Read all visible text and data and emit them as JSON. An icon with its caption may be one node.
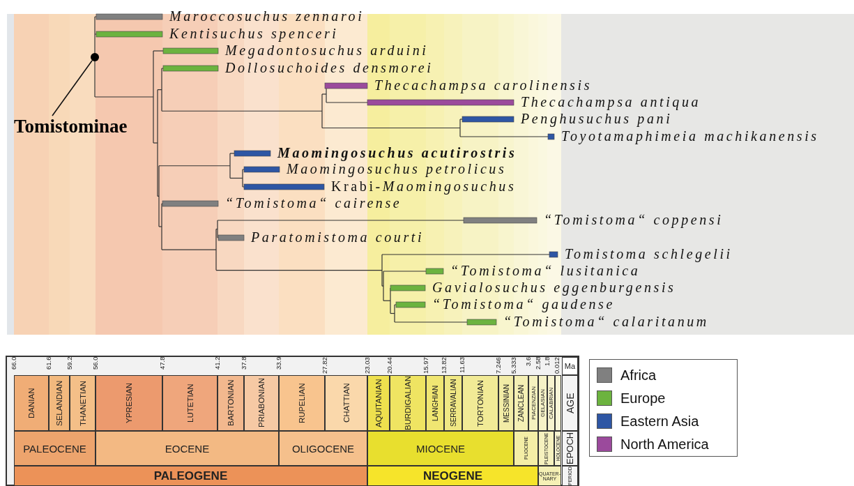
{
  "diagram": {
    "nodes": [
      {
        "text": [
          "Tomistominae"
        ]
      },
      {
        "text": [],
        "shape": "circle"
      }
    ],
    "edges": [
      {
        "from": 0,
        "to": 1,
        "arrow": "none"
      }
    ],
    "labels": [
      "Maroccosuchus zennaroi",
      "Kentisuchus spenceri",
      "Megadontosuchus arduini",
      "Dollosuchoides densmorei",
      "Thecachampsa carolinensis",
      "Thecachampsa antiqua",
      "Penghusuchus pani",
      "Toyotamaphimeia machikanensis",
      "Maomingosuchus acutirostris",
      "Maomingosuchus petrolicus",
      "Krabi-*Maomingosuchus*",
      "“Tomistoma“ cairense",
      "“Tomistoma“ coppensi",
      "Paratomistoma courti",
      "Tomistoma schlegelii",
      "“Tomistoma“ lusitanica",
      "Gavialosuchus eggenburgensis",
      "“Tomistoma“ gaudense",
      "“Tomistoma“ calaritanum",
      "66.0",
      "61.6",
      "59.2",
      "56.0",
      "47.8",
      "41.2",
      "37.8",
      "33.9",
      "27.82",
      "23.03",
      "20.44",
      "15.97",
      "13.82",
      "11.63",
      "7.246",
      "5.333",
      "3.6",
      "2.58",
      "1.8",
      "0.012",
      "Ma",
      "DANIAN",
      "SELANDIAN",
      "THANETIAN",
      "YPRESIAN",
      "LUTETIAN",
      "BARTONIAN",
      "PRIABONIAN",
      "RUPELIAN",
      "CHATTIAN",
      "AQUITANIAN",
      "BURDIGALIAN",
      "LANGHIAN",
      "SERRAVALIAN",
      "TORTONIAN",
      "MESSINIAN",
      "ZANCLEAN",
      "PIACENZIAN",
      "GELASIAN",
      "CALABRIAN",
      "AGE",
      "PALEOCENE",
      "EOCENE",
      "OLIGOCENE",
      "MIOCENE",
      "PLIOCENE",
      "PLEISTOCENE",
      "HOLOCENE",
      "EPOCH",
      "PALEOGENE",
      "NEOGENE",
      "QUATER-NARY",
      "PERIOD"
    ],
    "legend": [
      {
        "text": "Africa",
        "color": "#808080"
      },
      {
        "text": "Europe",
        "color": "#6cb33f"
      },
      {
        "text": "Eastern Asia",
        "color": "#2e56a4"
      },
      {
        "text": "North America",
        "color": "#9b4a9c"
      }
    ]
  }
}
